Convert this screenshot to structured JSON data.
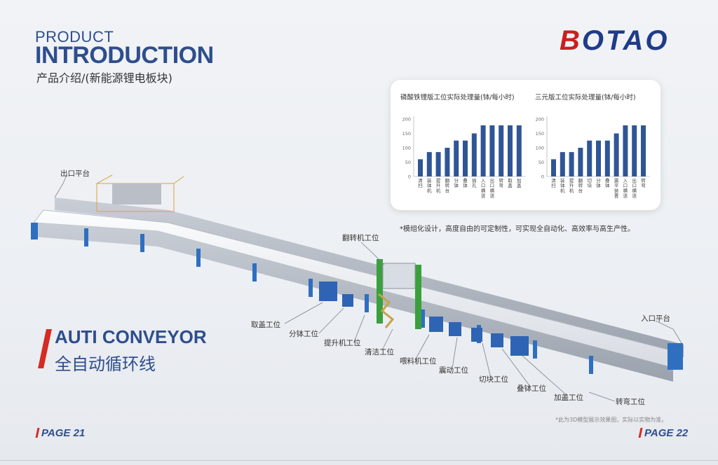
{
  "header": {
    "product": "PRODUCT",
    "introduction": "INTRODUCTION",
    "subtitle_cn": "产品介绍/(新能源锂电板块)"
  },
  "logo": {
    "text_first": "B",
    "text_rest": "OTAO",
    "brand_color": "#1f3c88",
    "accent_color": "#c8201f"
  },
  "section": {
    "title_en": "AUTI CONVEYOR",
    "title_cn": "全自动循环线"
  },
  "charts_feature_note": "*模组化设计，高度自由的可定制性，可实现全自动化、高效率与高生产性。",
  "chart_data": [
    {
      "type": "bar",
      "title": "磷酸铁锂版工位实际处理量(钵/每小时)",
      "ylim": [
        0,
        200
      ],
      "yticks": [
        0,
        50,
        100,
        150,
        200
      ],
      "grid": false,
      "bar_color": "#2f5597",
      "categories": [
        "清扫",
        "装钵机",
        "提升机",
        "翻转台",
        "分钵",
        "叠钵",
        "插孔",
        "入口横送",
        "出口横送",
        "转弯",
        "取盖",
        "加盖"
      ],
      "values": [
        60,
        85,
        85,
        100,
        125,
        125,
        150,
        178,
        178,
        178,
        178,
        178
      ]
    },
    {
      "type": "bar",
      "title": "三元版工位实际处理量(钵/每小时)",
      "ylim": [
        0,
        200
      ],
      "yticks": [
        0,
        50,
        100,
        150,
        200
      ],
      "grid": false,
      "bar_color": "#2f5597",
      "categories": [
        "清扫",
        "装钵机",
        "提升机",
        "翻转台",
        "切块",
        "分钵",
        "叠钵",
        "震平装置",
        "入口横送",
        "出口横送",
        "转弯"
      ],
      "values": [
        60,
        85,
        85,
        100,
        125,
        125,
        125,
        150,
        178,
        178,
        178
      ]
    }
  ],
  "callouts": {
    "exit_platform": "出口平台",
    "flip_station": "翻转机工位",
    "entry_platform": "入口平台",
    "lid_removal": "取盖工位",
    "split": "分钵工位",
    "lift": "提升机工位",
    "clean": "清洁工位",
    "feeding": "喂料机工位",
    "vibration": "震动工位",
    "cutting": "切块工位",
    "stacking": "叠钵工位",
    "lid_adding": "加盖工位",
    "turning": "转弯工位"
  },
  "footer": {
    "page_left": "PAGE 21",
    "page_right": "PAGE 22",
    "disclaimer": "*此为3D模型展示效果图，实际以实物为准。"
  }
}
